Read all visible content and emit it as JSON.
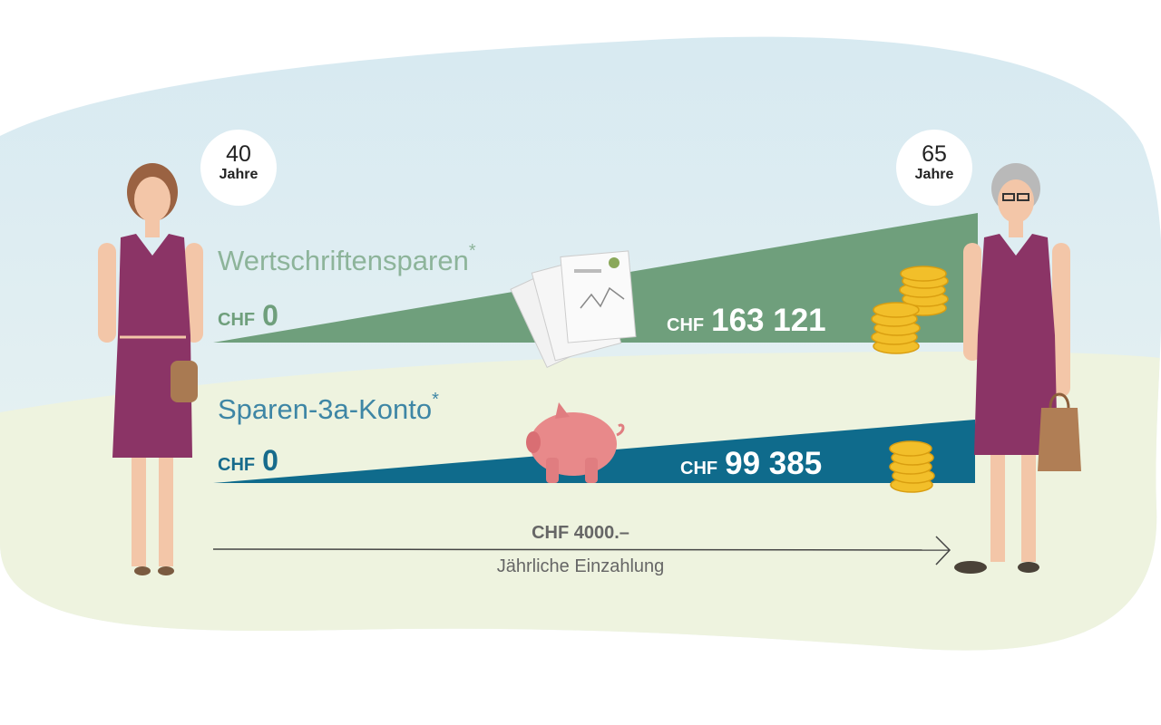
{
  "ages": {
    "start": {
      "value": "40",
      "unit": "Jahre"
    },
    "end": {
      "value": "65",
      "unit": "Jahre"
    }
  },
  "securities": {
    "title": "Wertschriftensparen",
    "asterisk": "*",
    "start": {
      "currency": "CHF",
      "amount": "0"
    },
    "end": {
      "currency": "CHF",
      "amount": "163 121"
    },
    "color": "#6f9f7c"
  },
  "account3a": {
    "title": "Sparen-3a-Konto",
    "asterisk": "*",
    "start": {
      "currency": "CHF",
      "amount": "0"
    },
    "end": {
      "currency": "CHF",
      "amount": "99 385"
    },
    "color": "#0f6b8c"
  },
  "payment": {
    "amount": "CHF 4000.–",
    "label": "Jährliche Einzahlung"
  }
}
